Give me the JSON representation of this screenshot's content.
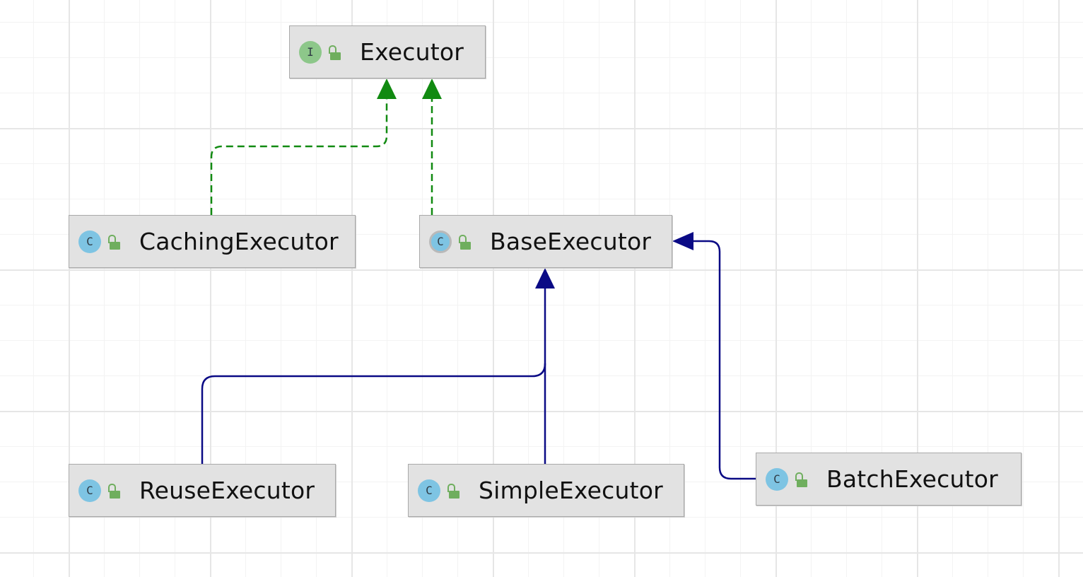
{
  "nodes": [
    {
      "id": "executor",
      "label": "Executor",
      "kind": "I",
      "kind_color": "#8dc78a"
    },
    {
      "id": "caching",
      "label": "CachingExecutor",
      "kind": "C",
      "kind_color": "#7ec4e3"
    },
    {
      "id": "base",
      "label": "BaseExecutor",
      "kind": "C",
      "kind_color": "#7ec4e3",
      "abstract": true
    },
    {
      "id": "reuse",
      "label": "ReuseExecutor",
      "kind": "C",
      "kind_color": "#7ec4e3"
    },
    {
      "id": "simple",
      "label": "SimpleExecutor",
      "kind": "C",
      "kind_color": "#7ec4e3"
    },
    {
      "id": "batch",
      "label": "BatchExecutor",
      "kind": "C",
      "kind_color": "#7ec4e3"
    }
  ],
  "edges": [
    {
      "from": "caching",
      "to": "executor",
      "type": "implements"
    },
    {
      "from": "base",
      "to": "executor",
      "type": "implements"
    },
    {
      "from": "reuse",
      "to": "base",
      "type": "extends"
    },
    {
      "from": "simple",
      "to": "base",
      "type": "extends"
    },
    {
      "from": "batch",
      "to": "base",
      "type": "extends"
    }
  ],
  "colors": {
    "implements": "#118a11",
    "extends": "#0a0a85",
    "node_fill": "#e2e2e2",
    "node_border": "#a9a9a9",
    "lock": "#6fae5e"
  },
  "icons": {
    "interface": "interface-icon",
    "class": "class-icon",
    "abstract_class": "abstract-class-icon",
    "visibility": "unlocked-icon"
  }
}
